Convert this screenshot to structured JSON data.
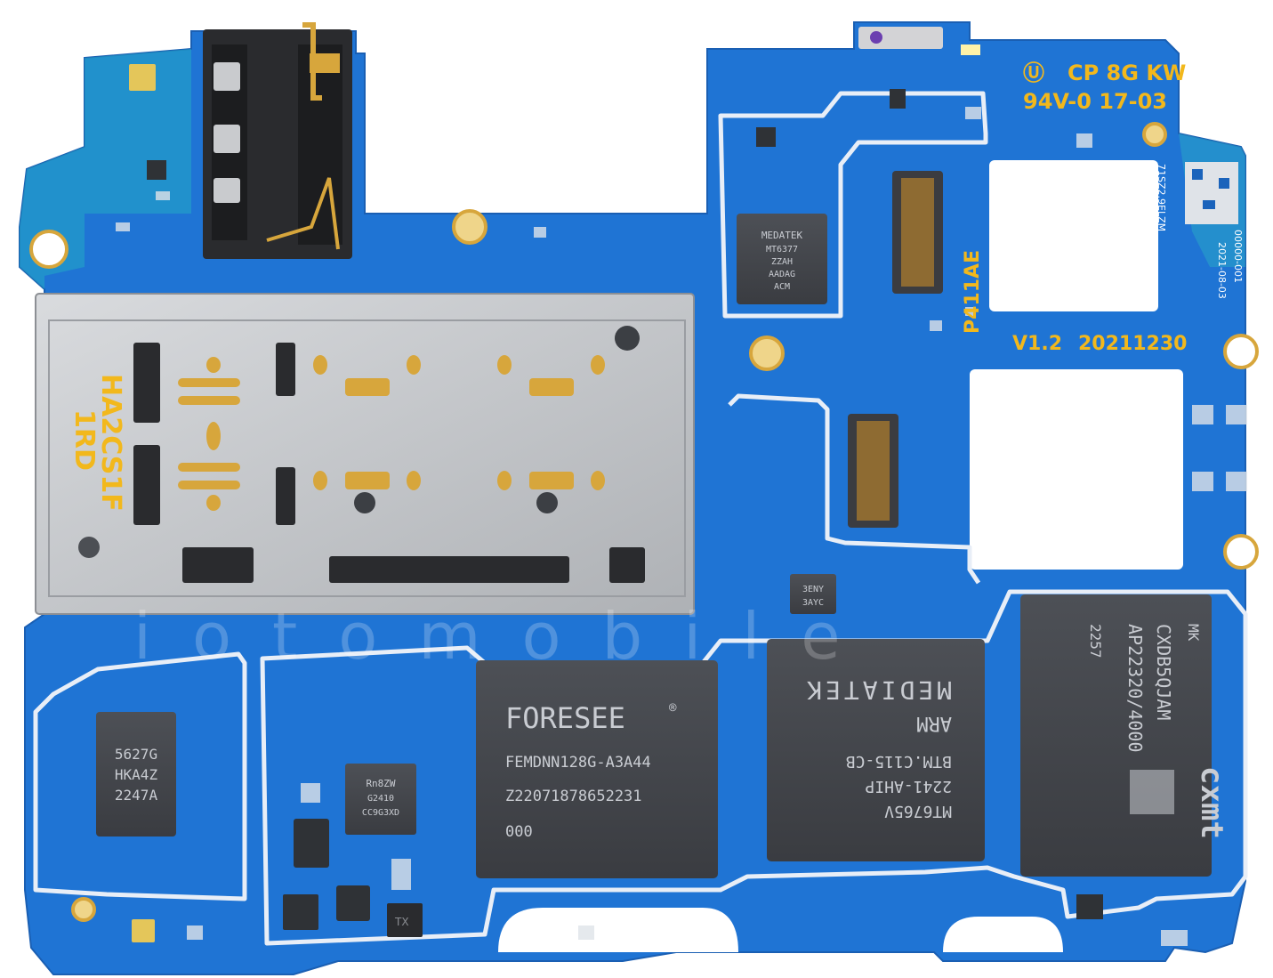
{
  "board": {
    "silkscreen": {
      "ul_mark": "Ⓤ",
      "cp_line": "CP 8G KW",
      "rating_line": "94V-0 17-03",
      "model": "P411AE",
      "version": "V1.2",
      "date": "20211230",
      "serial": "71SZ2.9ELZM",
      "batch": "00000-001",
      "board_date": "2021-08-03"
    },
    "watermark": "iotomobile",
    "sim_tray": {
      "marking_1": "HA2CS1F",
      "marking_2": "1RD"
    },
    "chips": {
      "medatek_small": {
        "lines": [
          "MEDATEK",
          "MT6377",
          "ZZAH",
          "AADAG",
          "ACM"
        ]
      },
      "foresee": {
        "brand": "FORESEE",
        "reg": "®",
        "lines": [
          "FEMDNN128G-A3A44",
          "Z22071878652231",
          "000"
        ]
      },
      "mediatek_soc": {
        "brand": "MEDIATEK",
        "arm": "ARM",
        "lines": [
          "MT6765V",
          "2241-AHIP",
          "BTM.C115-CB"
        ]
      },
      "cxmt": {
        "brand": "cxmt",
        "lines": [
          "CXDB5QJAM",
          "AP22320/4000",
          "MK",
          "2257"
        ]
      },
      "pmic_left": {
        "lines": [
          "5627G",
          "HKA4Z",
          "2247A"
        ]
      },
      "small_qfn": {
        "lines": [
          "Rn8ZW",
          "G2410",
          "CC9G3XD"
        ]
      },
      "tiny_chip": {
        "lines": [
          "3ENY",
          "3AYC"
        ]
      },
      "tx_label": "TX"
    },
    "colors": {
      "pcb": "#1f74d4",
      "pcb_dark": "#1a63bb",
      "pcb_edge": "#23a9c4",
      "trace": "#e8eef7",
      "gold": "#d7a63c",
      "silk_yellow": "#f2b81c",
      "chip": "#44474d",
      "shield": "#c7c9cc"
    }
  }
}
